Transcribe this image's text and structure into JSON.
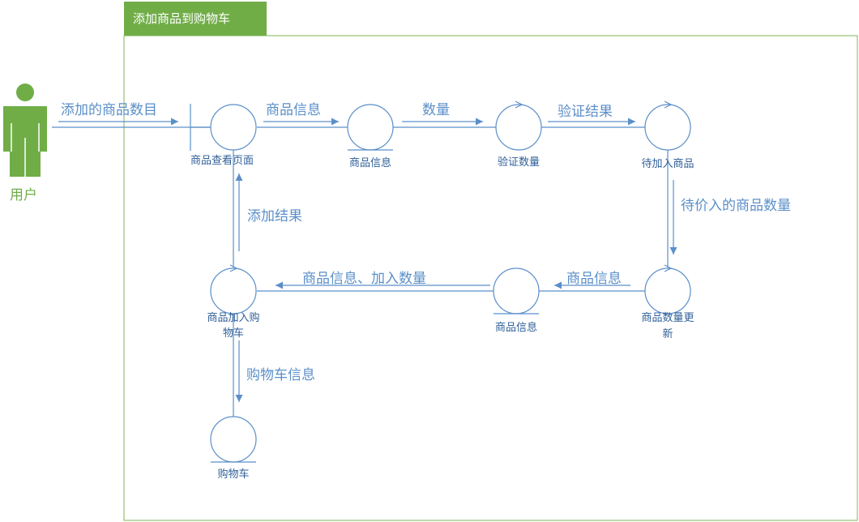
{
  "frame": {
    "title": "添加商品到购物车"
  },
  "actor": {
    "label": "用户"
  },
  "nodes": {
    "view_page": {
      "label": "商品查看页面",
      "kind": "boundary"
    },
    "product_info_1": {
      "label": "商品信息",
      "kind": "entity"
    },
    "verify_qty": {
      "label": "验证数量",
      "kind": "control"
    },
    "pending_product": {
      "label": "待加入商品",
      "kind": "control"
    },
    "qty_update": {
      "label_line1": "商品数量更",
      "label_line2": "新",
      "kind": "control"
    },
    "product_info_2": {
      "label": "商品信息",
      "kind": "entity"
    },
    "add_to_cart": {
      "label_line1": "商品加入购",
      "label_line2": "物车",
      "kind": "control"
    },
    "cart": {
      "label": "购物车",
      "kind": "entity"
    }
  },
  "messages": {
    "m1": "添加的商品数目",
    "m2": "商品信息",
    "m3": "数量",
    "m4": "验证结果",
    "m5": "待价入的商品数量",
    "m6": "商品信息",
    "m7": "商品信息、加入数量",
    "m8": "添加结果",
    "m9": "购物车信息"
  },
  "colors": {
    "frame": "#70ad47",
    "lines": "#5b8fc9",
    "node_text": "#2f5f98",
    "actor": "#70ad47"
  }
}
